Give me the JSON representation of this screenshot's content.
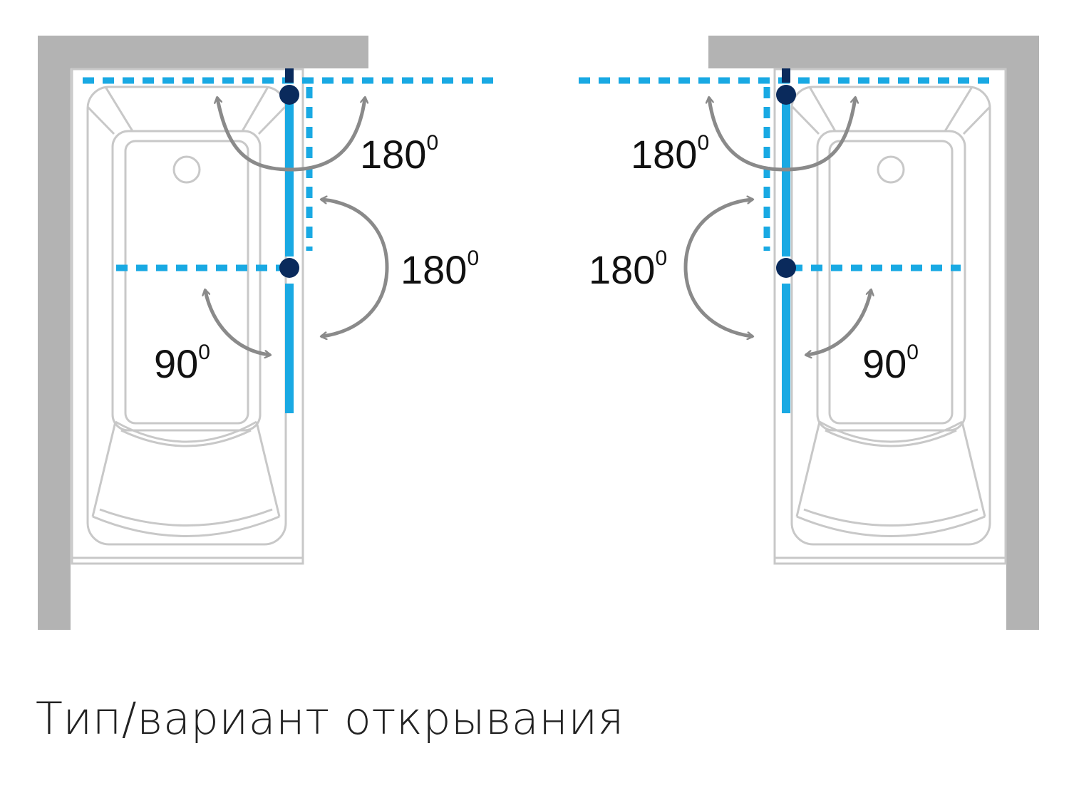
{
  "caption": "Тип/вариант открывания",
  "left_panel": {
    "top_angle": {
      "value": "180",
      "degree": "0"
    },
    "middle_angle": {
      "value": "180",
      "degree": "0"
    },
    "bottom_angle": {
      "value": "90",
      "degree": "0"
    }
  },
  "right_panel": {
    "top_angle": {
      "value": "180",
      "degree": "0"
    },
    "middle_angle": {
      "value": "180",
      "degree": "0"
    },
    "bottom_angle": {
      "value": "90",
      "degree": "0"
    }
  },
  "colors": {
    "wall": "#b3b3b3",
    "tub_outline": "#c8c8c8",
    "glass": "#19a9e3",
    "hinge": "#0a2a5c",
    "arrow": "#8a8a8a"
  }
}
